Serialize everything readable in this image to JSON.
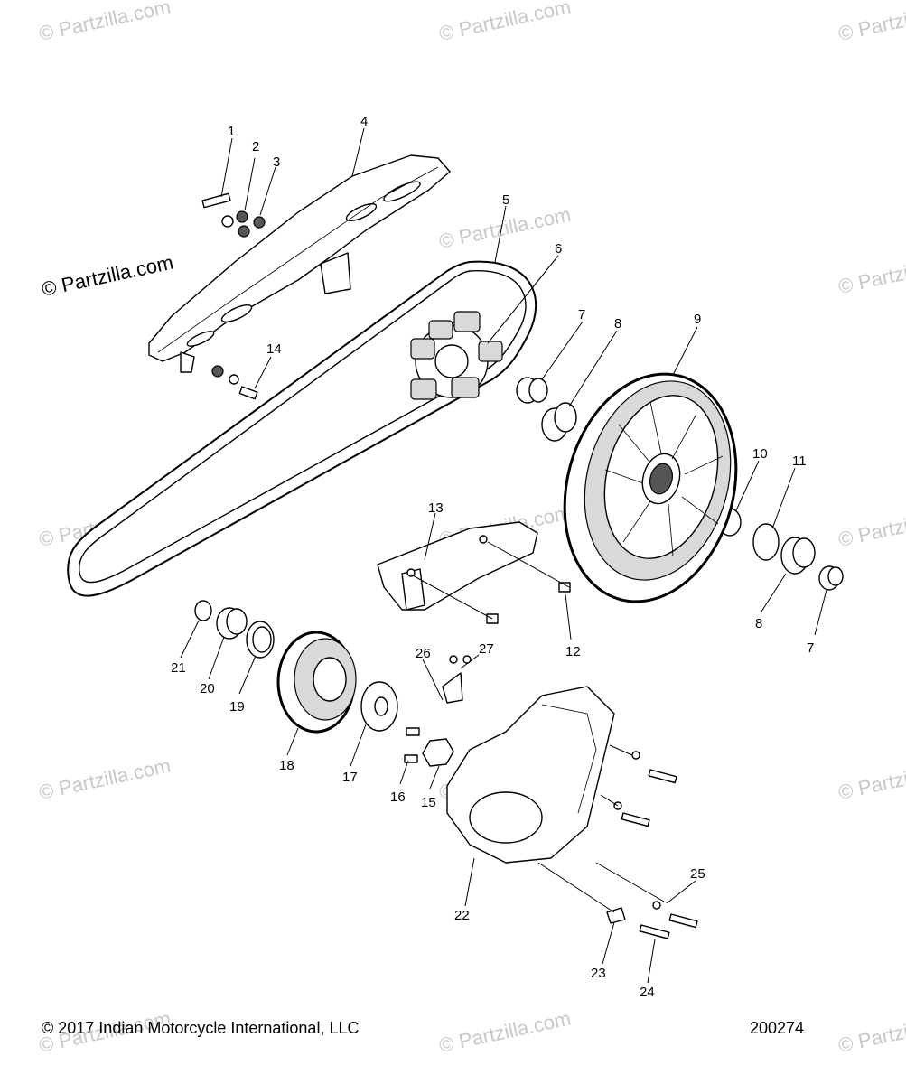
{
  "watermark": {
    "text": "© Partzilla.com",
    "color": "#c8c8c8"
  },
  "callouts": [
    "1",
    "2",
    "3",
    "4",
    "5",
    "6",
    "7",
    "8",
    "9",
    "10",
    "11",
    "8",
    "7",
    "12",
    "13",
    "14",
    "15",
    "16",
    "17",
    "18",
    "19",
    "20",
    "21",
    "22",
    "23",
    "24",
    "25",
    "26",
    "27"
  ],
  "footer": {
    "copyright": "© 2017 Indian Motorcycle International, LLC",
    "diagram_id": "200274"
  },
  "colors": {
    "line": "#000000",
    "fill": "#ffffff",
    "shade": "#d9d9d9",
    "watermark": "#c8c8c8"
  }
}
